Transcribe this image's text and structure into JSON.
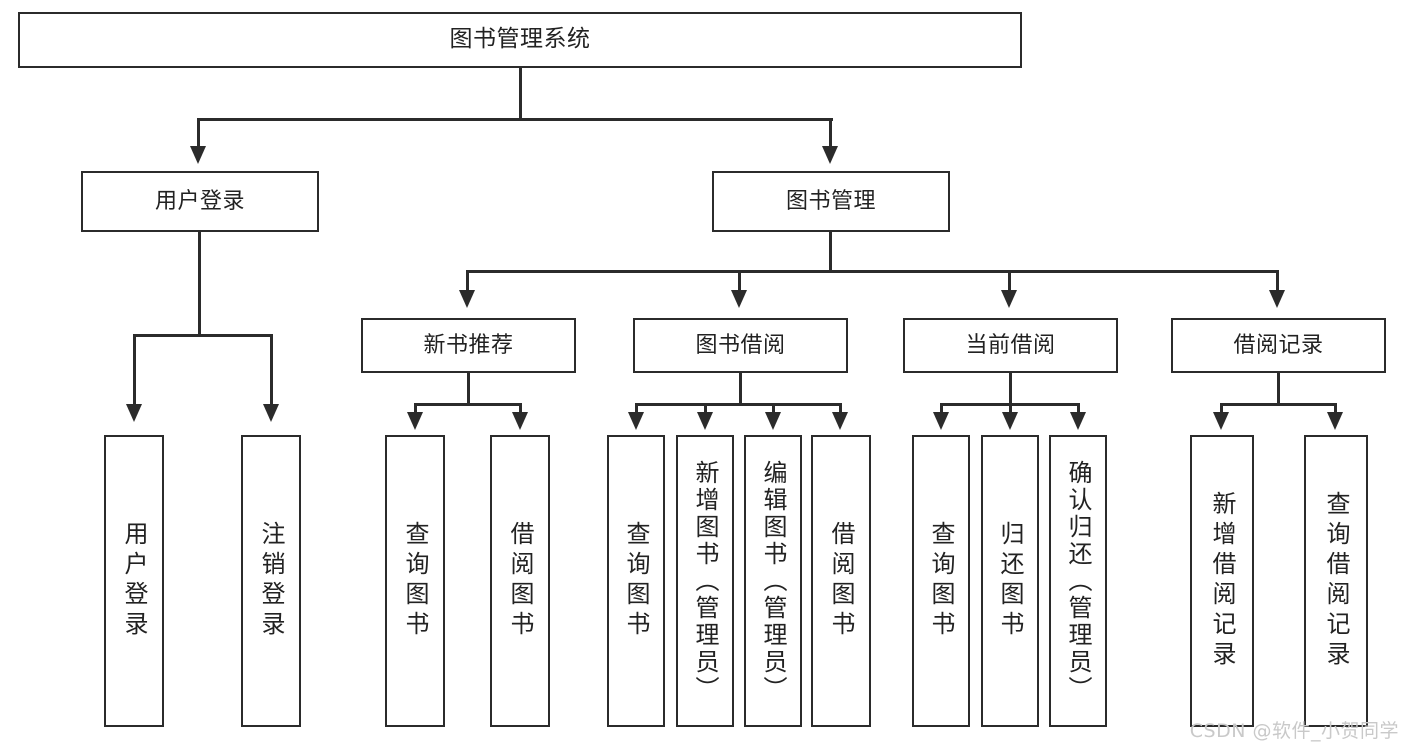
{
  "diagram": {
    "type": "tree-hierarchy-chart",
    "title": "图书管理系统",
    "watermark": "CSDN @软件_小贺同学",
    "colors": {
      "box_border": "#2b2b2b",
      "box_fill": "#ffffff",
      "connector": "#2b2b2b",
      "text": "#222222",
      "watermark": "#c9c9c9",
      "background": "#ffffff"
    },
    "root": {
      "label": "图书管理系统"
    },
    "level2": [
      {
        "label": "用户登录"
      },
      {
        "label": "图书管理"
      }
    ],
    "level3": [
      {
        "label": "新书推荐"
      },
      {
        "label": "图书借阅"
      },
      {
        "label": "当前借阅"
      },
      {
        "label": "借阅记录"
      }
    ],
    "leaves": {
      "user_login": [
        {
          "label": "用户登录"
        },
        {
          "label": "注销登录"
        }
      ],
      "new_book_recommend": [
        {
          "label": "查询图书"
        },
        {
          "label": "借阅图书"
        }
      ],
      "book_borrow": [
        {
          "label": "查询图书"
        },
        {
          "label": "新增图书（管理员）"
        },
        {
          "label": "编辑图书（管理员）"
        },
        {
          "label": "借阅图书"
        }
      ],
      "current_borrow": [
        {
          "label": "查询图书"
        },
        {
          "label": "归还图书"
        },
        {
          "label": "确认归还（管理员）"
        }
      ],
      "borrow_record": [
        {
          "label": "新增借阅记录"
        },
        {
          "label": "查询借阅记录"
        }
      ]
    }
  }
}
